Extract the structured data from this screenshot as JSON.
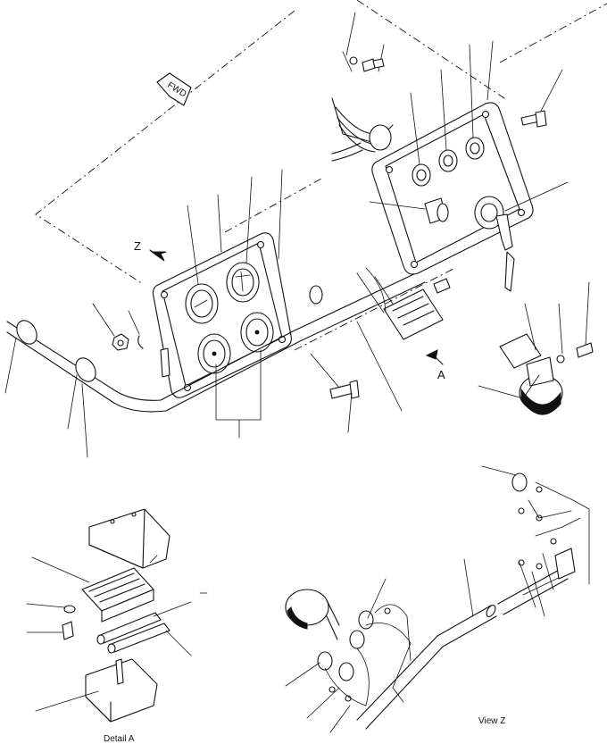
{
  "labels": {
    "fwd": "FWD",
    "view_z_marker": "Z",
    "detail_a_marker": "A",
    "view_z_caption": "View Z",
    "detail_a_caption": "Detail A"
  },
  "colors": {
    "ink": "#111111",
    "paper": "#ffffff"
  }
}
